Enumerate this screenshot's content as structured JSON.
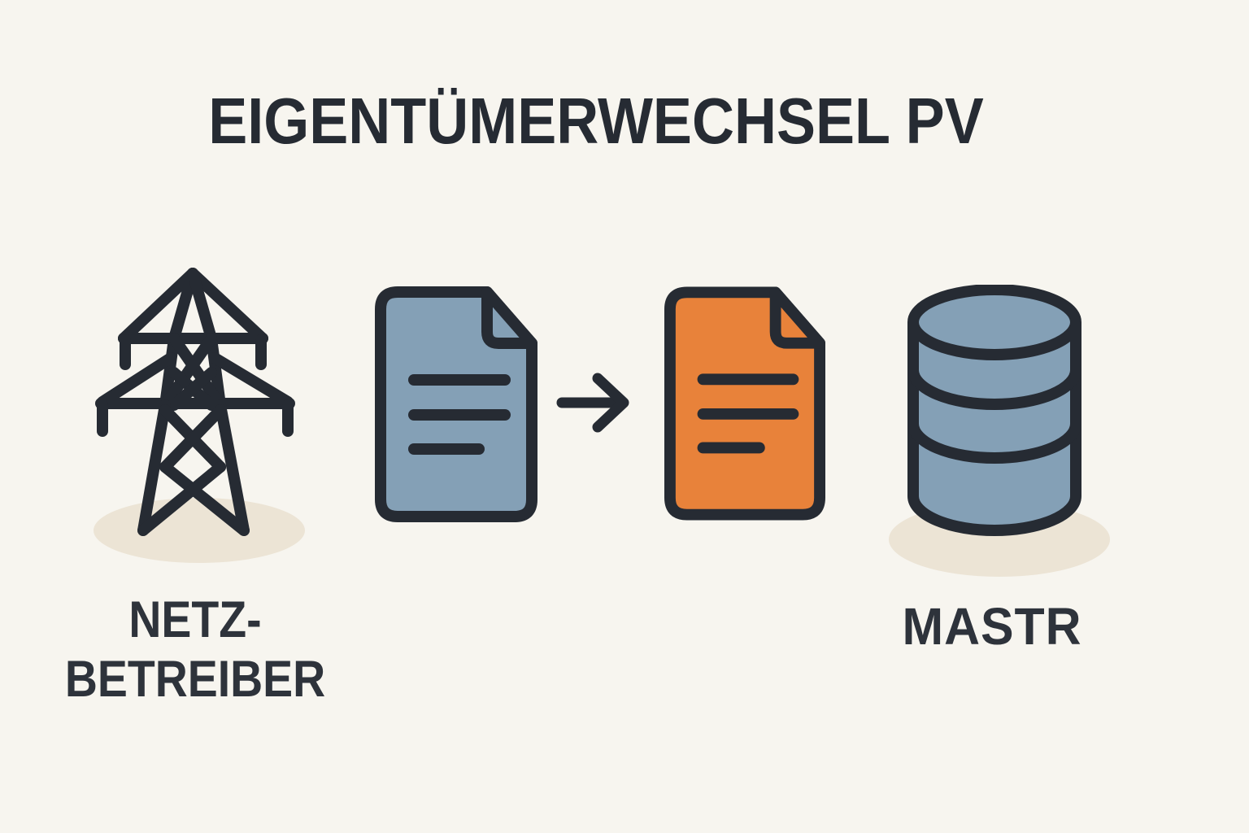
{
  "title": "EIGENTÜMERWECHSEL PV",
  "flow": {
    "source": {
      "name": "Netzbetreiber",
      "label_lines": [
        "NETZ-",
        "BETREIBER"
      ],
      "icon": "transmission-tower-icon"
    },
    "transfer": {
      "from_icon": "document-icon",
      "to_icon": "document-icon",
      "arrow_icon": "arrow-right-icon",
      "from_color": "#84a0b6",
      "to_color": "#e8823a"
    },
    "target": {
      "name": "MaStR",
      "label": "MASTR",
      "icon": "database-icon"
    }
  },
  "colors": {
    "background": "#f7f5ef",
    "ink": "#262b33",
    "slate_blue": "#84a0b6",
    "orange": "#e8823a",
    "shadow_beige": "#ece4d5",
    "label_text": "#2e333b"
  }
}
